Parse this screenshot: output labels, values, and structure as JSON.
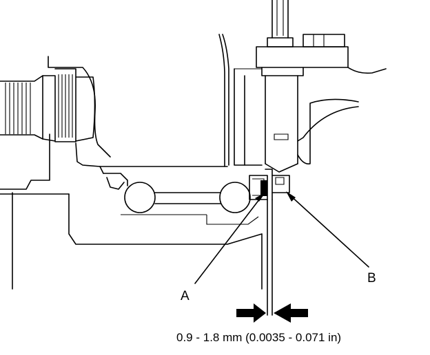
{
  "diagram": {
    "callouts": {
      "a": "A",
      "b": "B"
    },
    "specification": "0.9 - 1.8 mm (0.0035 - 0.071 in)",
    "colors": {
      "line": "#000000",
      "background": "#ffffff"
    }
  }
}
